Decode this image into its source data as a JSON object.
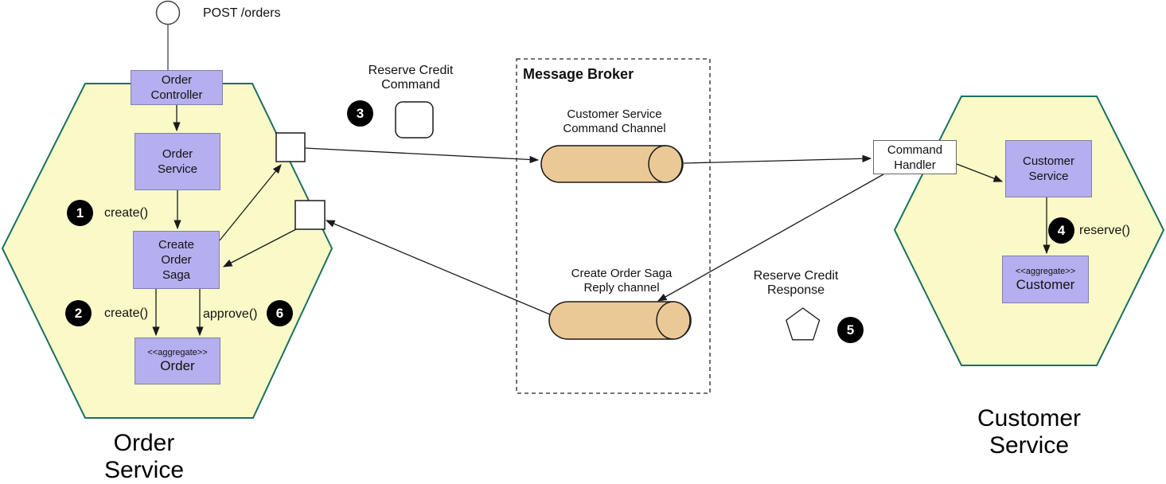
{
  "colors": {
    "hexagon_fill": "#FAFAC8",
    "hexagon_border": "#1C6F60",
    "component_fill": "#B5AFEF",
    "component_border": "#8181A5",
    "channel_fill": "#EBC996",
    "badge_bg": "#000000",
    "badge_text": "#FFFFFF"
  },
  "actor": {
    "request_label": "POST /orders"
  },
  "order_service": {
    "title_lines": [
      "Order",
      "Service"
    ],
    "order_controller": {
      "lines": [
        "Order",
        "Controller"
      ]
    },
    "order_service_component": {
      "lines": [
        "Order",
        "Service"
      ]
    },
    "create_order_saga": {
      "lines": [
        "Create",
        "Order",
        "Saga"
      ]
    },
    "order_aggregate": {
      "stereotype": "<<aggregate>>",
      "name": "Order"
    },
    "steps": {
      "create_saga": {
        "badge": "1",
        "label": "create()"
      },
      "create_order": {
        "badge": "2",
        "label": "create()"
      },
      "approve_order": {
        "badge": "6",
        "label": "approve()"
      }
    }
  },
  "message_broker": {
    "title": "Message Broker",
    "command_channel": {
      "label_lines": [
        "Customer Service",
        "Command Channel"
      ]
    },
    "reply_channel": {
      "label_lines": [
        "Create Order Saga",
        "Reply channel"
      ]
    }
  },
  "messages": {
    "reserve_credit_command": {
      "badge": "3",
      "label_lines": [
        "Reserve Credit",
        "Command"
      ]
    },
    "reserve_credit_response": {
      "badge": "5",
      "label_lines": [
        "Reserve Credit",
        "Response"
      ]
    }
  },
  "customer_service": {
    "title_lines": [
      "Customer",
      "Service"
    ],
    "command_handler": {
      "lines": [
        "Command",
        "Handler"
      ]
    },
    "customer_service_component": {
      "lines": [
        "Customer",
        "Service"
      ]
    },
    "customer_aggregate": {
      "stereotype": "<<aggregate>>",
      "name": "Customer"
    },
    "steps": {
      "reserve_credit": {
        "badge": "4",
        "label": "reserve()"
      }
    }
  }
}
